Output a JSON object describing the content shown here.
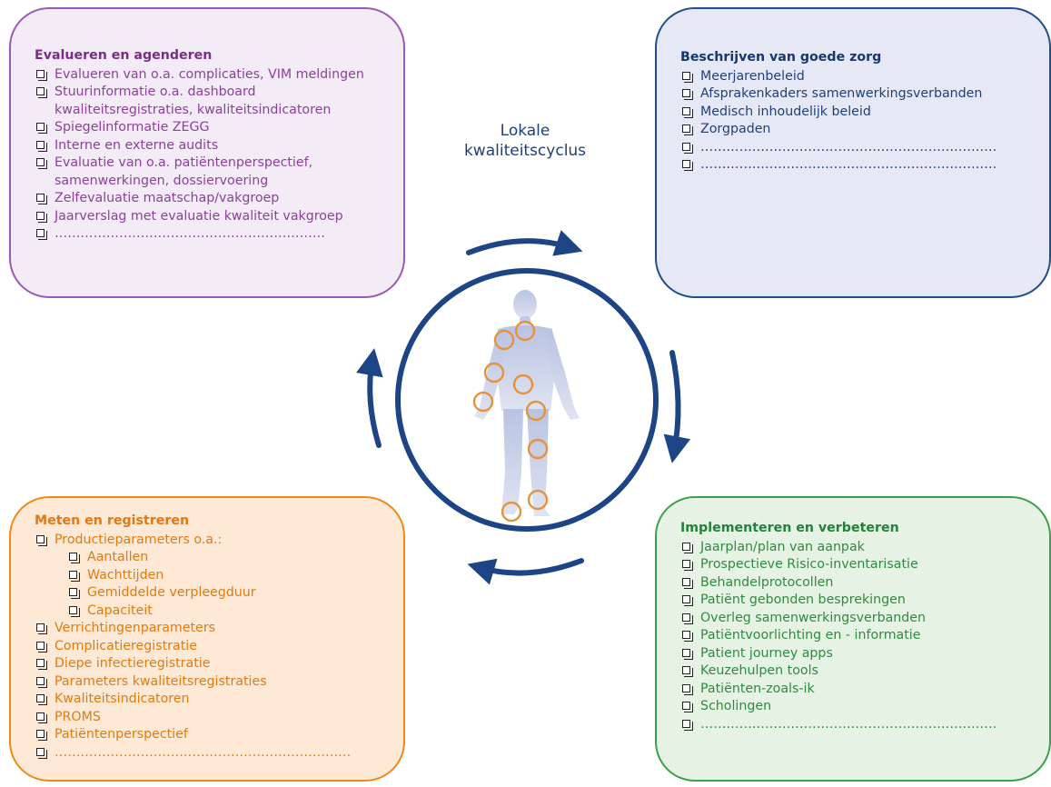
{
  "center": {
    "title_line1": "Lokale",
    "title_line2": "kwaliteitscyclus"
  },
  "boxes": {
    "evaluate": {
      "title": "Evalueren en agenderen",
      "items": [
        "Evalueren van o.a. complicaties, VIM meldingen",
        "Stuurinformatie o.a. dashboard kwaliteitsregistraties, kwaliteitsindicatoren",
        "Spiegelinformatie ZEGG",
        "Interne en externe audits",
        "Evaluatie van o.a. patiëntenperspectief, samenwerkingen, dossiervoering",
        "Zelfevaluatie maatschap/vakgroep",
        "Jaarverslag met evaluatie kwaliteit vakgroep",
        "………………………………………………………"
      ]
    },
    "describe": {
      "title": "Beschrijven van goede zorg",
      "items": [
        "Meerjarenbeleid",
        "Afsprakenkaders samenwerkingsverbanden",
        "Medisch inhoudelijk beleid",
        "Zorgpaden",
        "……………………………………………………………",
        "……………………………………………………………"
      ]
    },
    "measure": {
      "title": "Meten en registreren",
      "items": [
        "Productieparameters o.a.:",
        "Aantallen",
        "Wachttijden",
        "Gemiddelde verpleegduur",
        "Capaciteit",
        "Verrichtingenparameters",
        "Complicatieregistratie",
        "Diepe infectieregistratie",
        "Parameters kwaliteitsregistraties",
        "Kwaliteitsindicatoren",
        "PROMS",
        "Patiëntenperspectief",
        "……………………………………………………………"
      ]
    },
    "implement": {
      "title": "Implementeren en verbeteren",
      "items": [
        "Jaarplan/plan van aanpak",
        "Prospectieve Risico-inventarisatie",
        "Behandelprotocollen",
        "Patiënt gebonden besprekingen",
        "Overleg samenwerkingsverbanden",
        "Patiëntvoorlichting en - informatie",
        "Patient journey apps",
        "Keuzehulpen tools",
        "Patiënten-zoals-ik",
        "Scholingen",
        "……………………………………………………………"
      ]
    }
  },
  "colors": {
    "evaluate": "#8e3f9a",
    "describe": "#1f3f7a",
    "measure": "#e07b10",
    "implement": "#2e8b3e",
    "cycle": "#1d4585",
    "joint_ring": "#e8913a",
    "body": "#c9d1e8"
  }
}
